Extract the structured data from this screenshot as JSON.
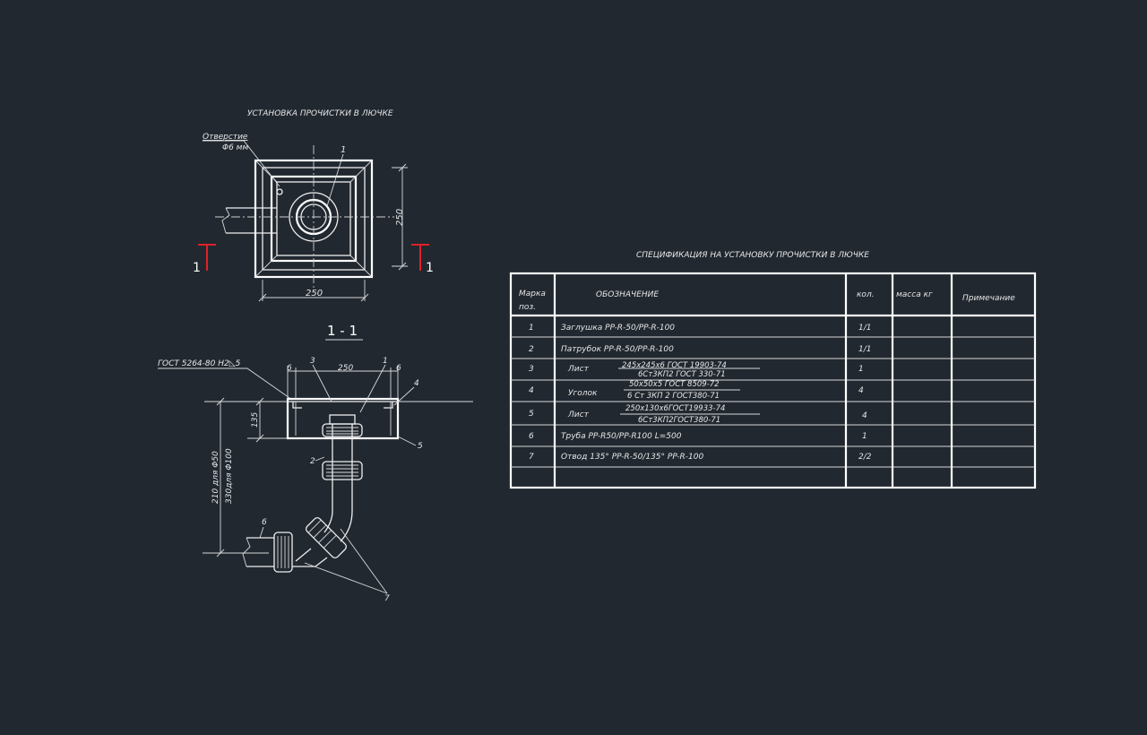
{
  "drawing": {
    "plan_title": "УСТАНОВКА ПРОЧИСТКИ В ЛЮЧКЕ",
    "hole_label": "Отверстие",
    "hole_size": "Φ6 мм",
    "dim_250_bottom": "250",
    "dim_250_right": "250",
    "section_mark": "1",
    "section_title": "1 - 1",
    "gost_weld": "ГОСТ 5264-80 Н2◺5",
    "dim_top": "250",
    "dim_6": "6",
    "dim_135": "135",
    "dim_vertical_1": "210 для Φ50",
    "dim_vertical_2": "330для Φ100",
    "pos": [
      "1",
      "2",
      "3",
      "4",
      "5",
      "6",
      "7"
    ]
  },
  "spec": {
    "title": "СПЕЦИФИКАЦИЯ НА УСТАНОВКУ ПРОЧИСТКИ В ЛЮЧКЕ",
    "headers": {
      "mark_1": "Марка",
      "mark_2": "поз.",
      "designation": "ОБОЗНАЧЕНИЕ",
      "qty": "кол.",
      "mass": "масса кг",
      "note": "Примечание"
    },
    "rows": [
      {
        "mark": "1",
        "name": "Заглушка PP-R-50/PP-R-100",
        "top": "",
        "bottom": "",
        "qty": "1/1"
      },
      {
        "mark": "2",
        "name": "Патрубок PP-R-50/PP-R-100",
        "top": "",
        "bottom": "",
        "qty": "1/1"
      },
      {
        "mark": "3",
        "name": "Лист",
        "top": "245х245х6    ГОСТ 19903-74",
        "bottom": "6Ст3КП2  ГОСТ 330-71",
        "qty": "1"
      },
      {
        "mark": "4",
        "name": "Уголок",
        "top": "50х50х5 ГОСТ 8509-72",
        "bottom": "6 Ст 3КП 2 ГОСТ380-71",
        "qty": "4"
      },
      {
        "mark": "5",
        "name": "Лист",
        "top": "250х130х6ГОСТ19933-74",
        "bottom": "6Ст3КП2ГОСТ380-71",
        "qty": "4"
      },
      {
        "mark": "6",
        "name": "Труба PP-R50/PP-R100 L=500",
        "top": "",
        "bottom": "",
        "qty": "1"
      },
      {
        "mark": "7",
        "name": "Отвод 135° PP-R-50/135° PP-R-100",
        "top": "",
        "bottom": "",
        "qty": "2/2"
      }
    ]
  }
}
